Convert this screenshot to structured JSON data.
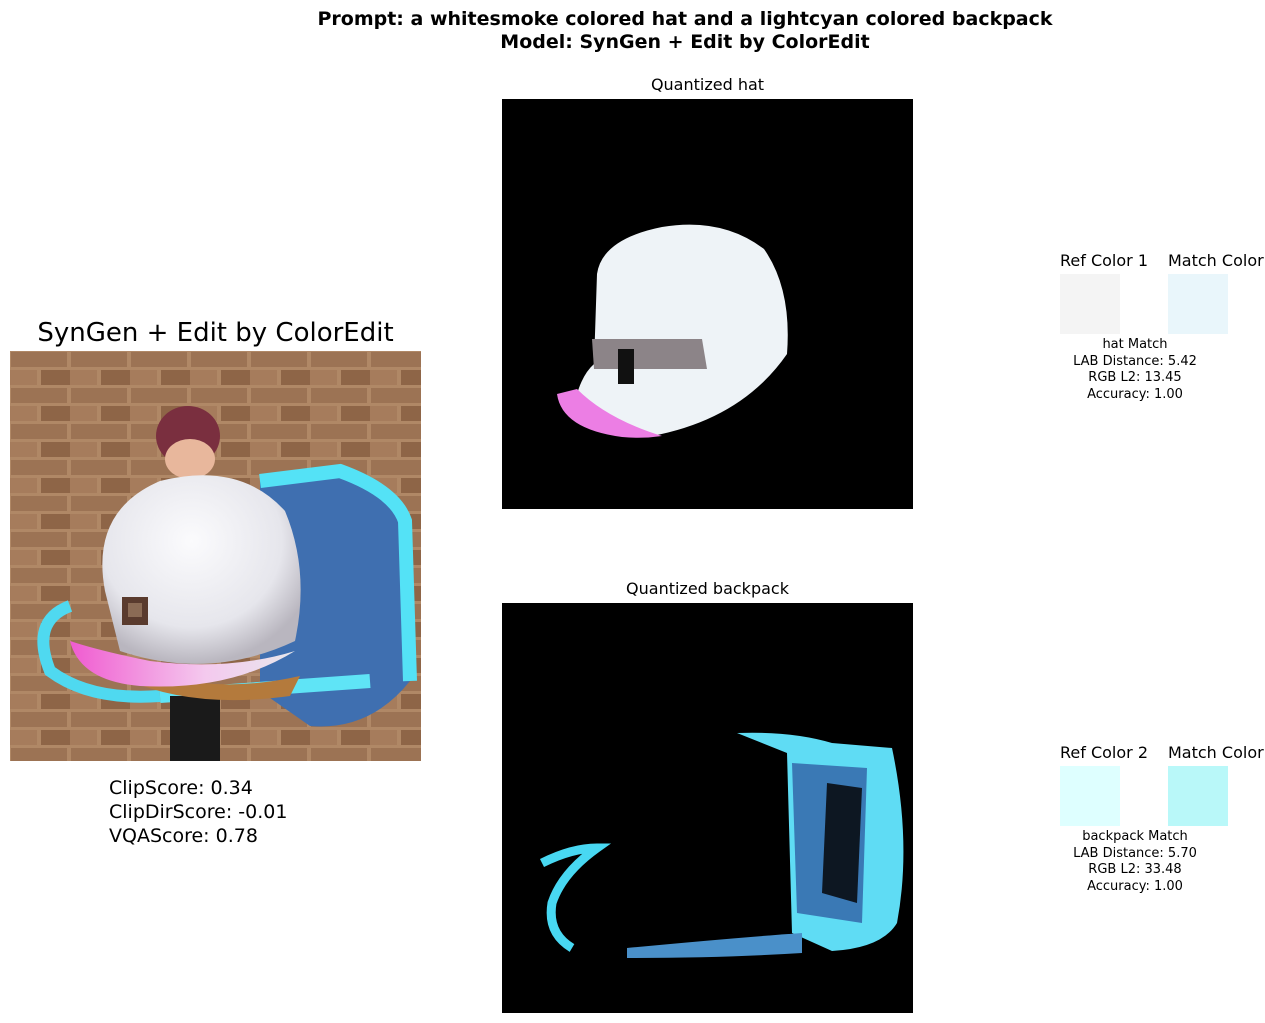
{
  "suptitle": {
    "line1": "Prompt: a whitesmoke colored hat and a lightcyan colored backpack",
    "line2": "Model: SynGen + Edit by ColorEdit"
  },
  "main": {
    "title": "SynGen + Edit by ColorEdit",
    "scores": {
      "clip": "ClipScore: 0.34",
      "clipdir": "ClipDirScore: -0.01",
      "vqa": "VQAScore: 0.78"
    }
  },
  "quantized": [
    {
      "title": "Quantized hat"
    },
    {
      "title": "Quantized backpack"
    }
  ],
  "colors": [
    {
      "ref_title": "Ref Color 1",
      "match_title": "Match Color 1",
      "ref_color": "#f4f4f4",
      "match_color": "#e9f6fb",
      "label": "hat Match",
      "lab": "LAB Distance: 5.42",
      "rgb": "RGB L2: 13.45",
      "acc": "Accuracy: 1.00"
    },
    {
      "ref_title": "Ref Color 2",
      "match_title": "Match Color 2",
      "ref_color": "#deffff",
      "match_color": "#b9f8f9",
      "label": "backpack Match",
      "lab": "LAB Distance: 5.70",
      "rgb": "RGB L2: 33.48",
      "acc": "Accuracy: 1.00"
    }
  ]
}
